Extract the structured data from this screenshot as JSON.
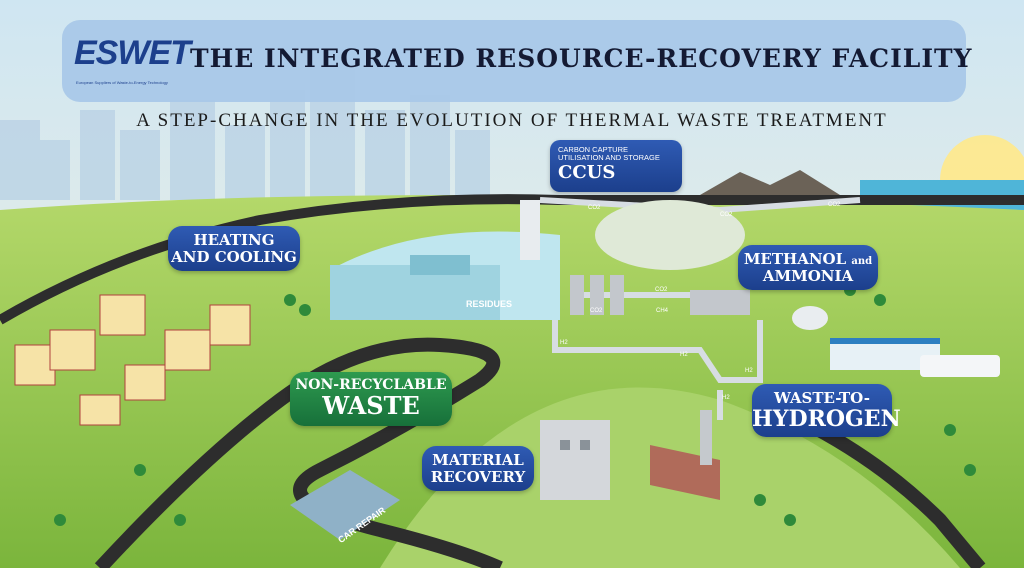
{
  "header": {
    "logo_text": "ESWET",
    "logo_tagline": "European Suppliers of Waste-to-Energy Technology",
    "title": "THE INTEGRATED RESOURCE-RECOVERY FACILITY",
    "subtitle": "A STEP-CHANGE IN THE EVOLUTION OF THERMAL WASTE TREATMENT"
  },
  "labels": {
    "heating_cooling": [
      "HEATING",
      "AND COOLING"
    ],
    "ccus_small": [
      "CARBON CAPTURE",
      "UTILISATION AND STORAGE"
    ],
    "ccus": "CCUS",
    "methanol_ammonia": [
      "METHANOL",
      "and",
      "AMMONIA"
    ],
    "non_recyclable_waste": [
      "NON-RECYCLABLE",
      "WASTE"
    ],
    "waste_to_hydrogen": [
      "WASTE-TO-",
      "HYDROGEN"
    ],
    "material_recovery": [
      "MATERIAL",
      "RECOVERY"
    ],
    "residues": "RESIDUES",
    "car_repair": "CAR REPAIR"
  },
  "pipe_tags": [
    "CO2",
    "CO2",
    "CO2",
    "CO2",
    "CH4",
    "CO2",
    "H2",
    "H2",
    "H2",
    "H2"
  ],
  "colors": {
    "brand_blue": "#1c3f8c",
    "label_blue": "#2a4fa3",
    "label_green": "#1f7f43",
    "grass": "#8cc63f",
    "road": "#2d2d2d"
  }
}
